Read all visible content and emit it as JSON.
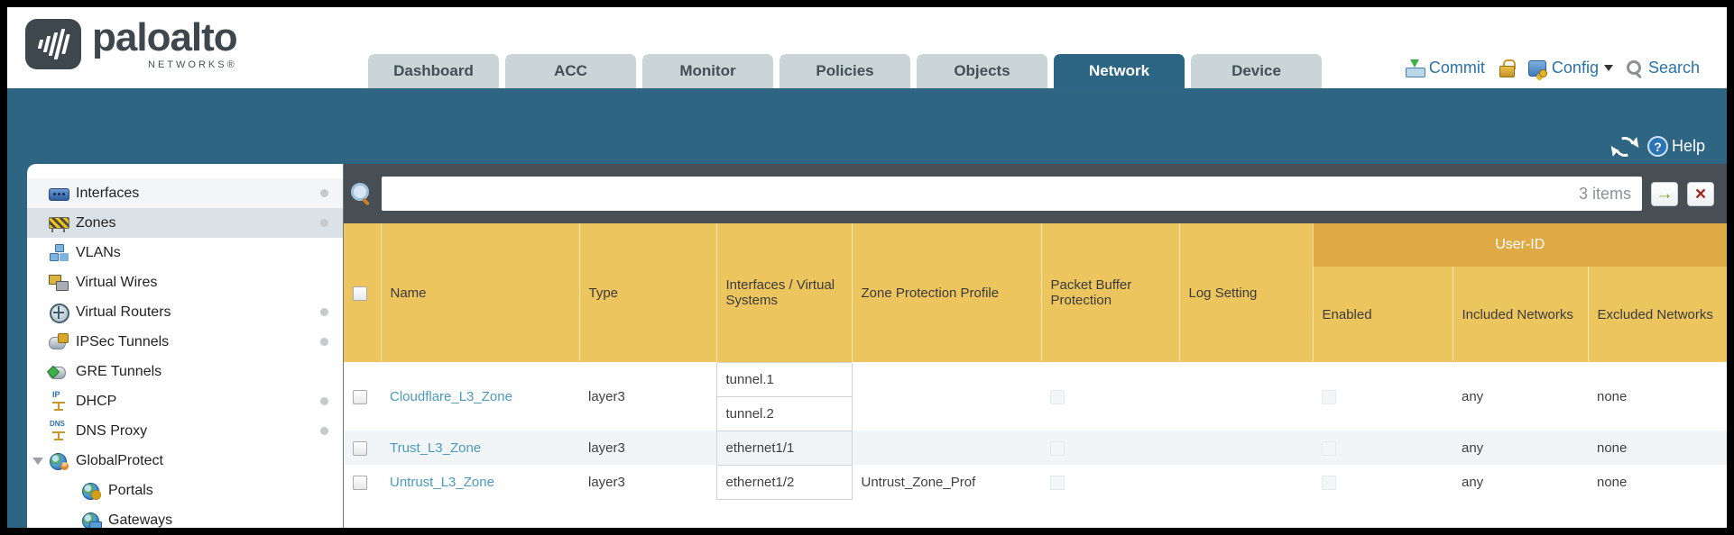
{
  "brand": {
    "name": "paloalto",
    "sub": "NETWORKS®"
  },
  "nav": {
    "tabs": [
      "Dashboard",
      "ACC",
      "Monitor",
      "Policies",
      "Objects",
      "Network",
      "Device"
    ],
    "active_tab": "Network",
    "actions": {
      "commit": "Commit",
      "config": "Config",
      "search": "Search"
    }
  },
  "band": {
    "help_label": "Help"
  },
  "sidebar": {
    "items": [
      {
        "label": "Interfaces",
        "icon": "interfaces-icon",
        "dot": true
      },
      {
        "label": "Zones",
        "icon": "zones-icon",
        "dot": true,
        "selected": true
      },
      {
        "label": "VLANs",
        "icon": "vlans-icon"
      },
      {
        "label": "Virtual Wires",
        "icon": "virtual-wires-icon"
      },
      {
        "label": "Virtual Routers",
        "icon": "virtual-routers-icon",
        "dot": true
      },
      {
        "label": "IPSec Tunnels",
        "icon": "ipsec-tunnels-icon",
        "dot": true
      },
      {
        "label": "GRE Tunnels",
        "icon": "gre-tunnels-icon"
      },
      {
        "label": "DHCP",
        "icon": "dhcp-icon",
        "dot": true
      },
      {
        "label": "DNS Proxy",
        "icon": "dns-proxy-icon",
        "dot": true
      },
      {
        "label": "GlobalProtect",
        "icon": "globalprotect-icon",
        "expanded": true
      },
      {
        "label": "Portals",
        "icon": "portals-icon",
        "child": true
      },
      {
        "label": "Gateways",
        "icon": "gateways-icon",
        "child": true
      }
    ]
  },
  "toolbar": {
    "search_value": "",
    "items_count": "3 items"
  },
  "table": {
    "group_label": "User-ID",
    "columns": {
      "name": "Name",
      "type": "Type",
      "interfaces": "Interfaces / Virtual Systems",
      "zone_protection": "Zone Protection Profile",
      "packet_buffer": "Packet Buffer Protection",
      "log_setting": "Log Setting",
      "enabled": "Enabled",
      "included": "Included Networks",
      "excluded": "Excluded Networks"
    },
    "rows": [
      {
        "name": "Cloudflare_L3_Zone",
        "type": "layer3",
        "interfaces": [
          "tunnel.1",
          "tunnel.2"
        ],
        "zone_protection_profile": "",
        "log_setting": "",
        "included_networks": "any",
        "excluded_networks": "none"
      },
      {
        "name": "Trust_L3_Zone",
        "type": "layer3",
        "interfaces": [
          "ethernet1/1"
        ],
        "zone_protection_profile": "",
        "log_setting": "",
        "included_networks": "any",
        "excluded_networks": "none"
      },
      {
        "name": "Untrust_L3_Zone",
        "type": "layer3",
        "interfaces": [
          "ethernet1/2"
        ],
        "zone_protection_profile": "Untrust_Zone_Prof",
        "log_setting": "",
        "included_networks": "any",
        "excluded_networks": "none"
      }
    ]
  }
}
